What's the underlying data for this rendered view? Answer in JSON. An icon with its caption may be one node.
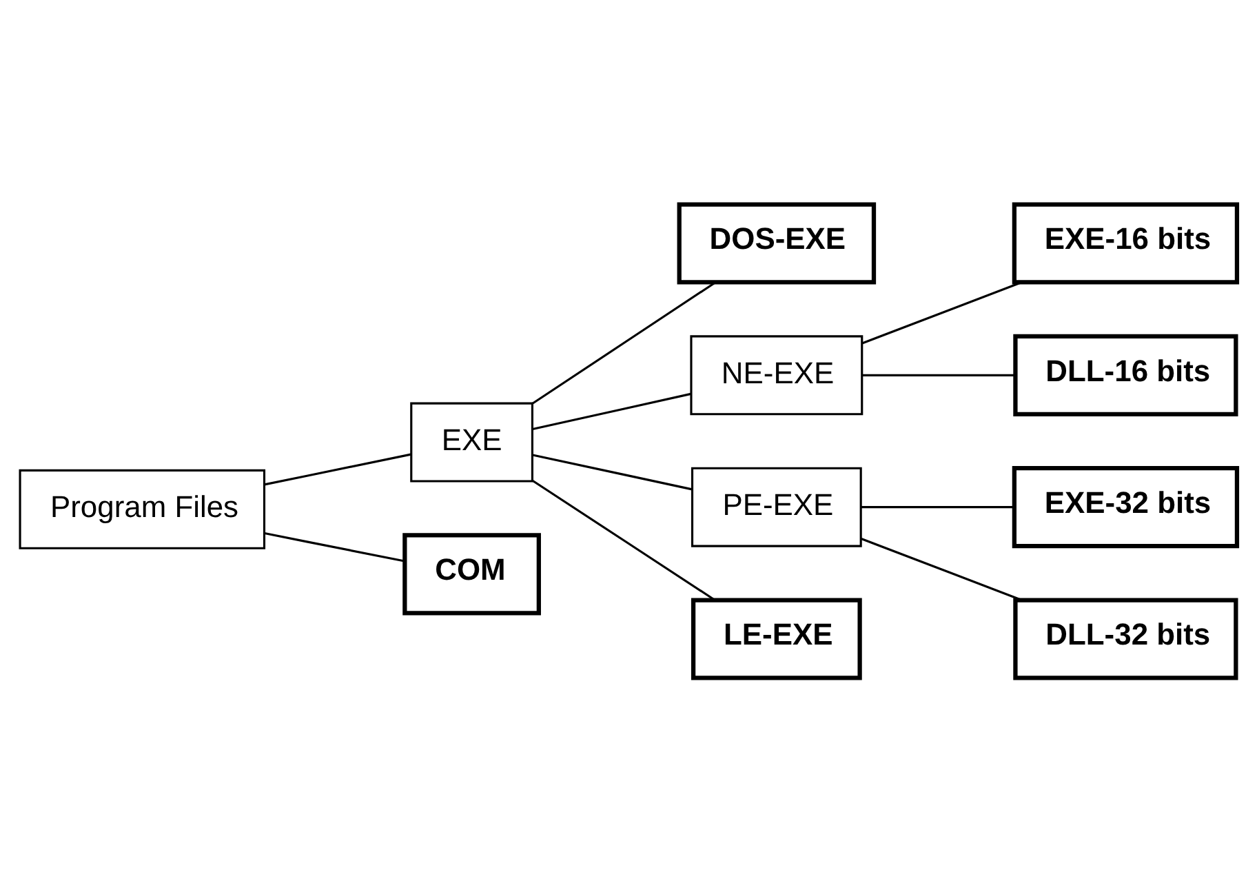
{
  "diagram": {
    "nodes": [
      {
        "text": [
          "Program Files"
        ]
      },
      {
        "text": [
          "EXE"
        ]
      },
      {
        "text": [
          "COM"
        ]
      },
      {
        "text": [
          "DOS-EXE"
        ]
      },
      {
        "text": [
          "NE-EXE"
        ]
      },
      {
        "text": [
          "PE-EXE"
        ]
      },
      {
        "text": [
          "LE-EXE"
        ]
      },
      {
        "text": [
          "EXE-16 bits"
        ]
      },
      {
        "text": [
          "DLL-16 bits"
        ]
      },
      {
        "text": [
          "EXE-32 bits"
        ]
      },
      {
        "text": [
          "DLL-32 bits"
        ]
      }
    ],
    "edges": [
      {
        "from": 0,
        "to": 1,
        "arrow": "none"
      },
      {
        "from": 0,
        "to": 2,
        "arrow": "none"
      },
      {
        "from": 1,
        "to": 3,
        "arrow": "none"
      },
      {
        "from": 1,
        "to": 4,
        "arrow": "none"
      },
      {
        "from": 1,
        "to": 5,
        "arrow": "none"
      },
      {
        "from": 1,
        "to": 6,
        "arrow": "none"
      },
      {
        "from": 4,
        "to": 7,
        "arrow": "none"
      },
      {
        "from": 4,
        "to": 8,
        "arrow": "none"
      },
      {
        "from": 5,
        "to": 9,
        "arrow": "none"
      },
      {
        "from": 5,
        "to": 10,
        "arrow": "none"
      }
    ]
  }
}
